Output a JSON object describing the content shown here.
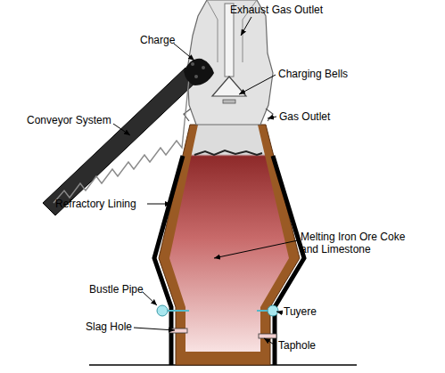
{
  "diagram": {
    "labels": [
      "Exhaust Gas Outlet",
      "Charge",
      "Charging Bells",
      "Conveyor System",
      "Gas Outlet",
      "Refractory Lining",
      "Melting Iron Ore Coke and Limestone",
      "Bustle Pipe",
      "Tuyere",
      "Slag Hole",
      "Taphole"
    ]
  }
}
